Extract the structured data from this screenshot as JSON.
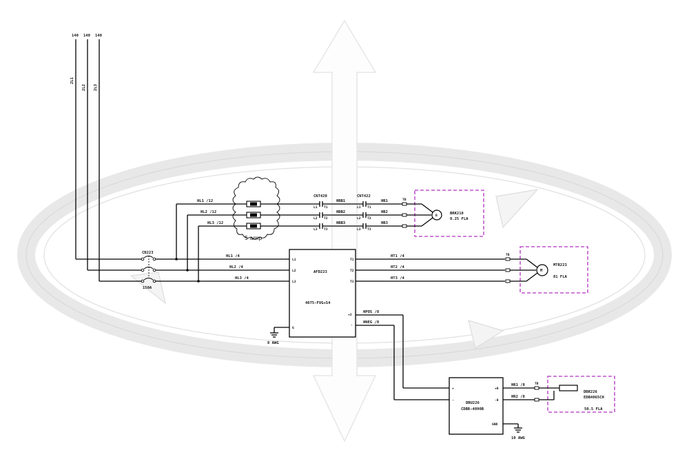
{
  "supply": {
    "ref_labels": [
      "140",
      "140",
      "140"
    ],
    "phases": [
      "2L1",
      "2L2",
      "2L3"
    ]
  },
  "breaker": {
    "tag": "CB223",
    "rating": "150A"
  },
  "fuses": {
    "rating": "5 amp",
    "feeds": [
      "HL1 /12",
      "HL2 /12",
      "HL3 /12"
    ]
  },
  "contactors": {
    "first_tag": "CNT420",
    "second_tag": "CNT422",
    "line_terms": [
      "L1",
      "L2",
      "L3"
    ],
    "load_terms": [
      "T1",
      "T2",
      "T3"
    ],
    "between_wires": [
      "HBB1",
      "HBB2",
      "HBB3"
    ],
    "out_wires": [
      "HB1",
      "HB2",
      "HB3"
    ]
  },
  "brake_motor": {
    "symbol": "B",
    "tag": "BRK218",
    "rating": "0.25 FLA"
  },
  "drive": {
    "tag": "AFD223",
    "model": "4075-FVG+S4",
    "in_terms": [
      "L1",
      "L2",
      "L3"
    ],
    "out_terms": [
      "T1",
      "T2",
      "T3"
    ],
    "ground_term": "G",
    "dc_plus": "+3",
    "dc_minus": "-",
    "line_wires": [
      "HL1 /4",
      "HL2 /4",
      "HL3 /4"
    ],
    "motor_wires": [
      "HT1 /4",
      "HT2 /4",
      "HT3 /4"
    ],
    "dc_wires": [
      "HPOS /8",
      "HNEG /8"
    ],
    "ground_gauge": "8 AWG"
  },
  "main_motor": {
    "symbol": "M",
    "tag": "MTR223",
    "rating": "81 FLA"
  },
  "terminal_block": "TB",
  "braking_unit": {
    "tag": "DBU226",
    "model": "CDBR-4090B",
    "plus": "+",
    "minus": "-",
    "out_plus": "+0",
    "out_minus": "-0",
    "ground_term": "GND",
    "out_wires": [
      "HR1 /8",
      "HR2 /8"
    ],
    "ground_gauge": "10 AWG"
  },
  "resistor": {
    "tag": "DBR226",
    "model": "EDB4065CH",
    "rating": "50.5 FLA"
  },
  "colors": {
    "wire": "#000000",
    "field_boundary": "#b030c0",
    "background_art": "#e6e6e6"
  }
}
